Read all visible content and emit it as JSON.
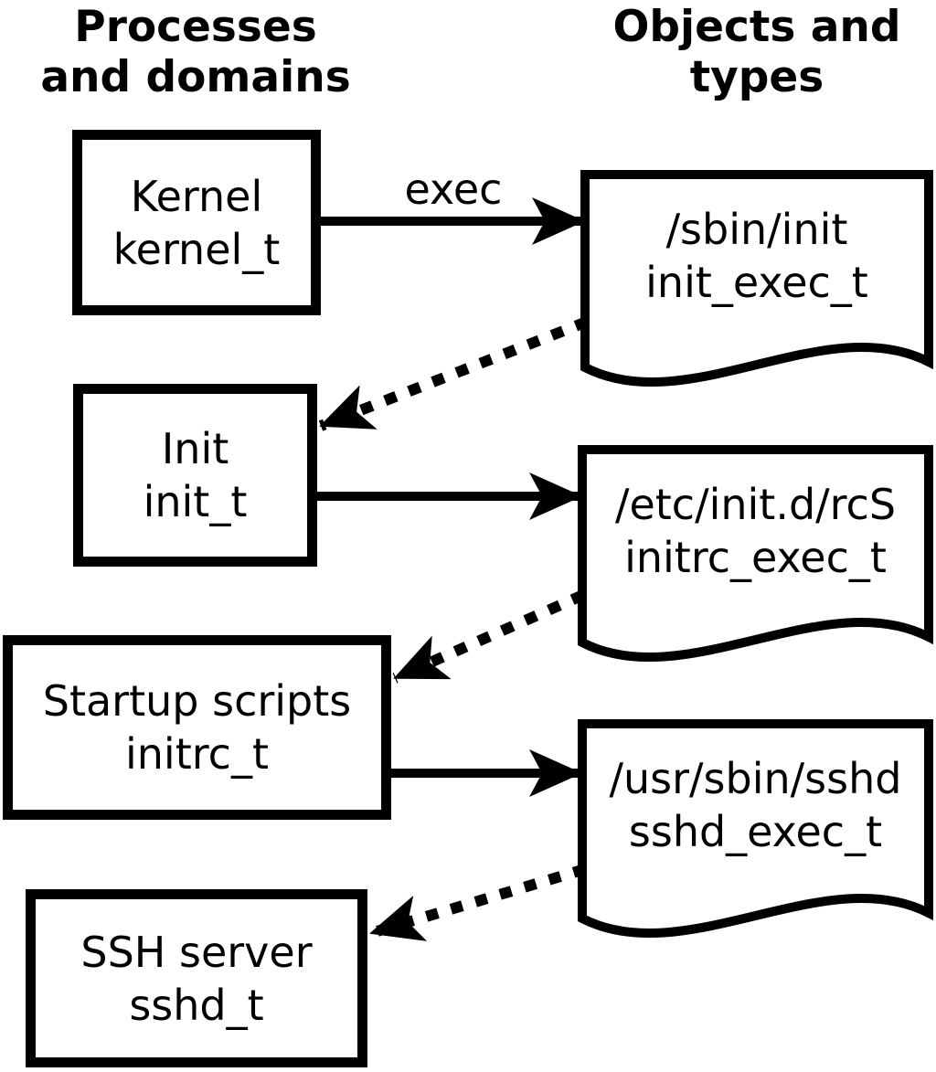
{
  "diagram": {
    "left_header": {
      "line1": "Processes",
      "line2": "and domains"
    },
    "right_header": {
      "line1": "Objects and",
      "line2": "types"
    },
    "process_boxes": [
      {
        "name": "Kernel",
        "type": "kernel_t"
      },
      {
        "name": "Init",
        "type": "init_t"
      },
      {
        "name": "Startup scripts",
        "type": "initrc_t"
      },
      {
        "name": "SSH server",
        "type": "sshd_t"
      }
    ],
    "object_docs": [
      {
        "path": "/sbin/init",
        "type": "init_exec_t"
      },
      {
        "path": "/etc/init.d/rcS",
        "type": "initrc_exec_t"
      },
      {
        "path": "/usr/sbin/sshd",
        "type": "sshd_exec_t"
      }
    ],
    "arrow_labels": {
      "exec": "exec"
    },
    "colors": {
      "foreground": "#000000",
      "background": "#ffffff"
    }
  }
}
